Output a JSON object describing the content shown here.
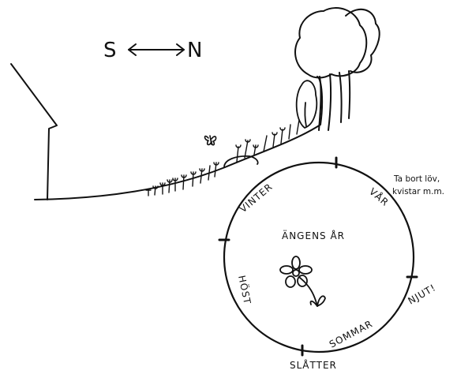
{
  "compass": {
    "south": "S",
    "north": "N"
  },
  "wheel": {
    "title": "ÄNGENS ÅR",
    "seasons": {
      "winter": "VINTER",
      "spring": "VÅR",
      "summer": "SOMMAR",
      "autumn": "HÖST"
    },
    "events": {
      "cleanup_line1": "Ta bort löv,",
      "cleanup_line2": "kvistar m.m.",
      "enjoy": "NJUT!",
      "mowing": "SLÅTTER"
    }
  },
  "icons": [
    "compass-arrow-icon",
    "house-icon",
    "tree-icon",
    "bush-icon",
    "rock-icon",
    "butterfly-icon",
    "flower-icon"
  ],
  "colors": {
    "ink": "#111111",
    "paper": "#ffffff"
  }
}
